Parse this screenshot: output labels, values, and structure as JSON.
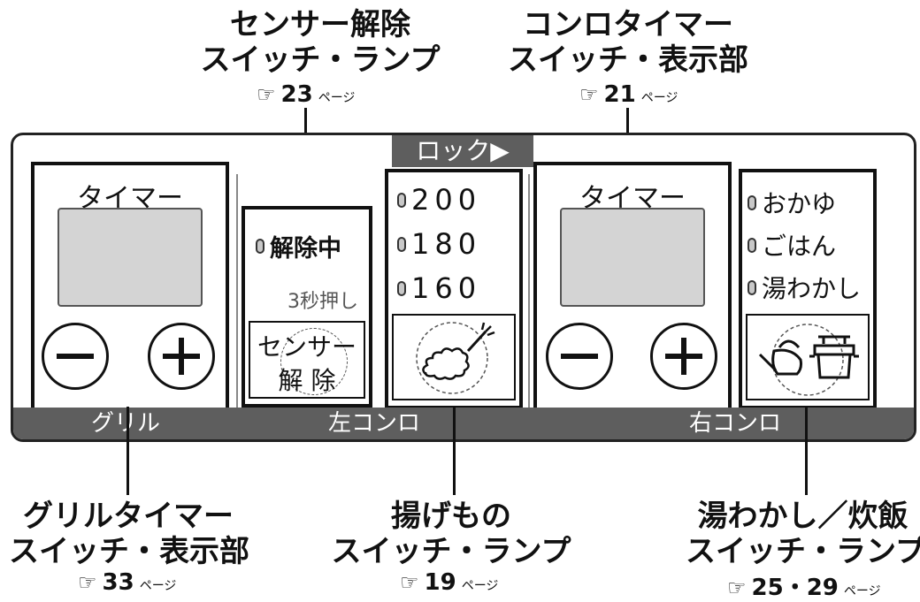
{
  "callouts": {
    "sensor": {
      "line1": "センサー解除",
      "line2": "スイッチ・ランプ",
      "page": "23",
      "page_suffix": "ページ"
    },
    "konro_timer": {
      "line1": "コンロタイマー",
      "line2": "スイッチ・表示部",
      "page": "21",
      "page_suffix": "ページ"
    },
    "grill_timer": {
      "line1": "グリルタイマー",
      "line2": "スイッチ・表示部",
      "page": "33",
      "page_suffix": "ページ"
    },
    "agemono": {
      "line1": "揚げもの",
      "line2": "スイッチ・ランプ",
      "page": "19",
      "page_suffix": "ページ"
    },
    "yuwakashi": {
      "line1": "湯わかし／炊飯",
      "line2": "スイッチ・ランプ",
      "page": "25・29",
      "page_suffix": "ページ"
    }
  },
  "ref_glyph": "☞",
  "panel": {
    "lock_label": "ロック▶",
    "sections": {
      "grill": "グリル",
      "left": "左コンロ",
      "right": "右コンロ"
    },
    "grill_box": {
      "title": "タイマー"
    },
    "right_box": {
      "title": "タイマー"
    },
    "sensor_box": {
      "lamp_label": "解除中",
      "hint": "3秒押し",
      "button_line1": "センサー",
      "button_line2": "解 除"
    },
    "temps": [
      "200",
      "180",
      "160"
    ],
    "modes": [
      "おかゆ",
      "ごはん",
      "湯わかし"
    ]
  },
  "colors": {
    "bar": "#5e5e5e",
    "display": "#d4d4d4",
    "lamp": "#c8c8c8"
  },
  "icons": [
    "hand-pointing-icon",
    "minus-icon",
    "plus-icon",
    "tempura-icon",
    "kettle-icon",
    "rice-pot-icon"
  ]
}
